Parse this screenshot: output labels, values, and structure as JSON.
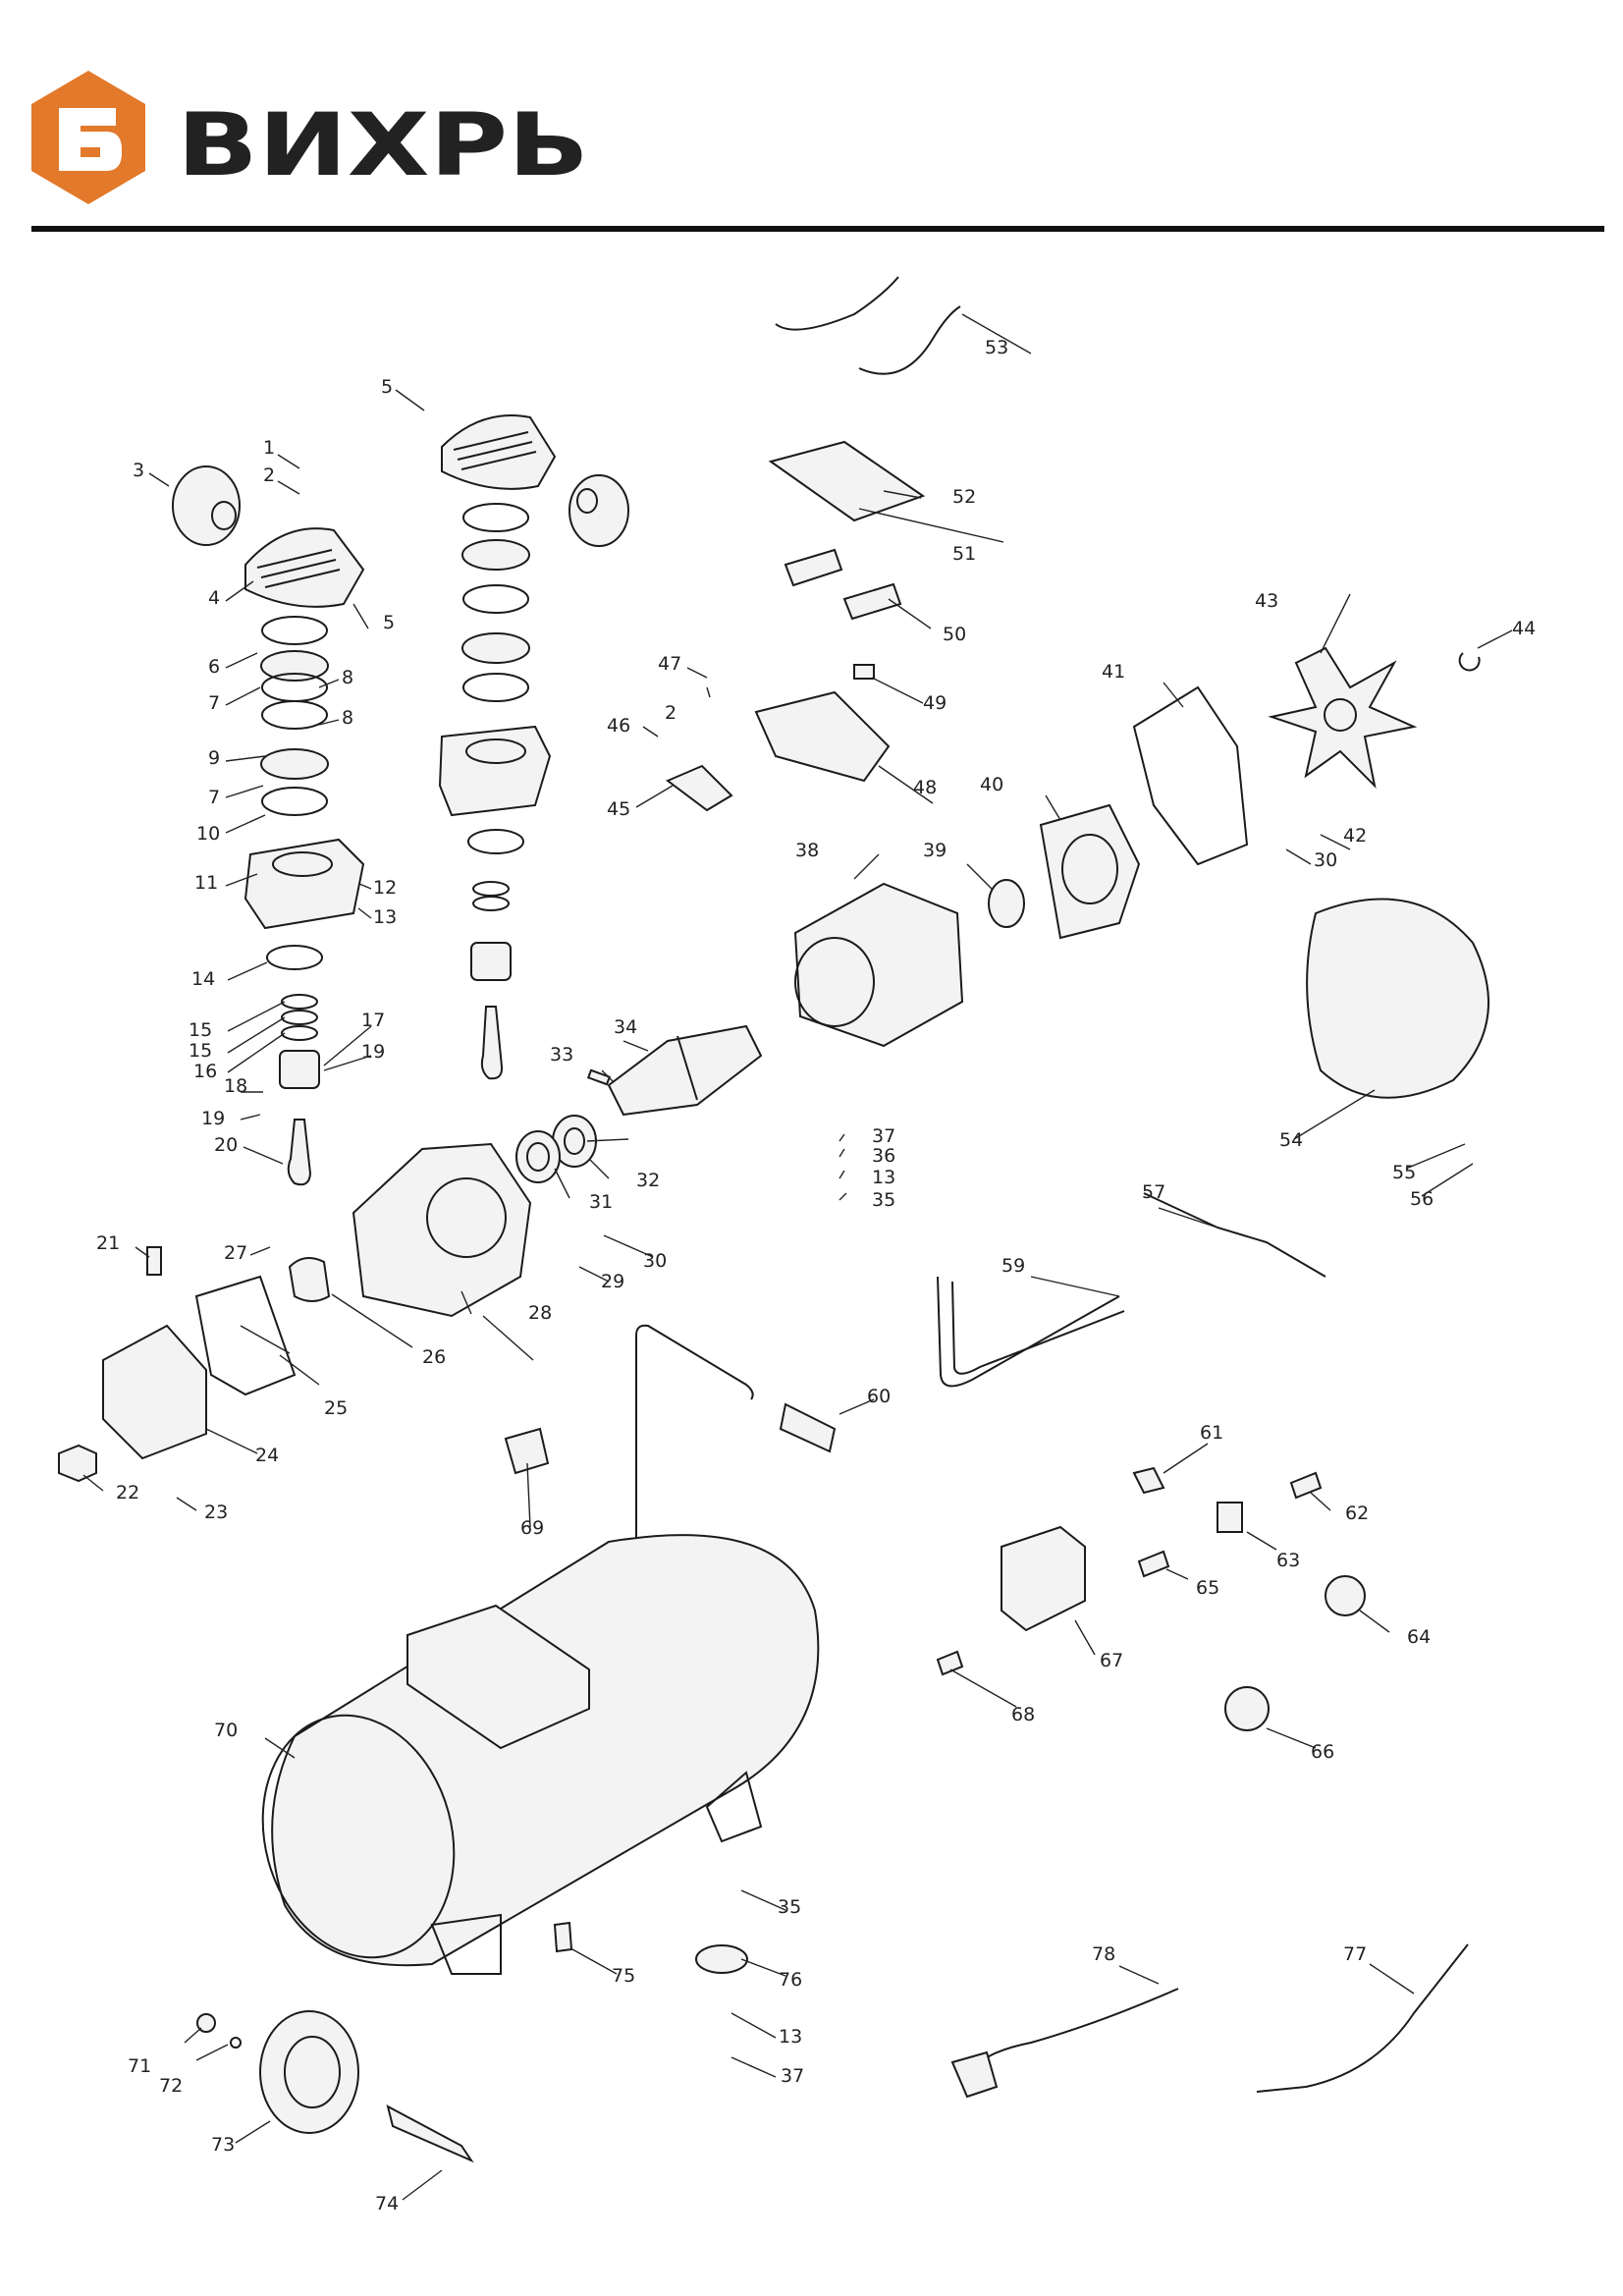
{
  "brand": {
    "name": "ВИХРЬ",
    "logo_color": "#e2792b"
  },
  "labels": [
    {
      "id": "l1",
      "text": "1"
    },
    {
      "id": "l2a",
      "text": "2"
    },
    {
      "id": "l3",
      "text": "3"
    },
    {
      "id": "l4",
      "text": "4"
    },
    {
      "id": "l5a",
      "text": "5"
    },
    {
      "id": "l5b",
      "text": "5"
    },
    {
      "id": "l6",
      "text": "6"
    },
    {
      "id": "l7a",
      "text": "7"
    },
    {
      "id": "l7b",
      "text": "7"
    },
    {
      "id": "l8a",
      "text": "8"
    },
    {
      "id": "l8b",
      "text": "8"
    },
    {
      "id": "l9",
      "text": "9"
    },
    {
      "id": "l10",
      "text": "10"
    },
    {
      "id": "l11",
      "text": "11"
    },
    {
      "id": "l12",
      "text": "12"
    },
    {
      "id": "l13a",
      "text": "13"
    },
    {
      "id": "l14",
      "text": "14"
    },
    {
      "id": "l15a",
      "text": "15"
    },
    {
      "id": "l15b",
      "text": "15"
    },
    {
      "id": "l16",
      "text": "16"
    },
    {
      "id": "l17",
      "text": "17"
    },
    {
      "id": "l18",
      "text": "18"
    },
    {
      "id": "l19a",
      "text": "19"
    },
    {
      "id": "l19b",
      "text": "19"
    },
    {
      "id": "l20",
      "text": "20"
    },
    {
      "id": "l21",
      "text": "21"
    },
    {
      "id": "l22",
      "text": "22"
    },
    {
      "id": "l23",
      "text": "23"
    },
    {
      "id": "l24",
      "text": "24"
    },
    {
      "id": "l25",
      "text": "25"
    },
    {
      "id": "l26",
      "text": "26"
    },
    {
      "id": "l27",
      "text": "27"
    },
    {
      "id": "l28",
      "text": "28"
    },
    {
      "id": "l29",
      "text": "29"
    },
    {
      "id": "l30a",
      "text": "30"
    },
    {
      "id": "l30b",
      "text": "30"
    },
    {
      "id": "l31",
      "text": "31"
    },
    {
      "id": "l32",
      "text": "32"
    },
    {
      "id": "l33",
      "text": "33"
    },
    {
      "id": "l34",
      "text": "34"
    },
    {
      "id": "l35a",
      "text": "35"
    },
    {
      "id": "l35b",
      "text": "35"
    },
    {
      "id": "l36",
      "text": "36"
    },
    {
      "id": "l37a",
      "text": "37"
    },
    {
      "id": "l37b",
      "text": "37"
    },
    {
      "id": "l13b",
      "text": "13"
    },
    {
      "id": "l13c",
      "text": "13"
    },
    {
      "id": "l38",
      "text": "38"
    },
    {
      "id": "l39",
      "text": "39"
    },
    {
      "id": "l40",
      "text": "40"
    },
    {
      "id": "l41",
      "text": "41"
    },
    {
      "id": "l42",
      "text": "42"
    },
    {
      "id": "l43",
      "text": "43"
    },
    {
      "id": "l44",
      "text": "44"
    },
    {
      "id": "l45",
      "text": "45"
    },
    {
      "id": "l46",
      "text": "46"
    },
    {
      "id": "l47",
      "text": "47"
    },
    {
      "id": "l2b",
      "text": "2"
    },
    {
      "id": "l48",
      "text": "48"
    },
    {
      "id": "l49",
      "text": "49"
    },
    {
      "id": "l50",
      "text": "50"
    },
    {
      "id": "l51",
      "text": "51"
    },
    {
      "id": "l52",
      "text": "52"
    },
    {
      "id": "l53",
      "text": "53"
    },
    {
      "id": "l54",
      "text": "54"
    },
    {
      "id": "l55",
      "text": "55"
    },
    {
      "id": "l56",
      "text": "56"
    },
    {
      "id": "l57",
      "text": "57"
    },
    {
      "id": "l59",
      "text": "59"
    },
    {
      "id": "l60",
      "text": "60"
    },
    {
      "id": "l61",
      "text": "61"
    },
    {
      "id": "l62",
      "text": "62"
    },
    {
      "id": "l63",
      "text": "63"
    },
    {
      "id": "l64",
      "text": "64"
    },
    {
      "id": "l65",
      "text": "65"
    },
    {
      "id": "l66",
      "text": "66"
    },
    {
      "id": "l67",
      "text": "67"
    },
    {
      "id": "l68",
      "text": "68"
    },
    {
      "id": "l69",
      "text": "69"
    },
    {
      "id": "l70",
      "text": "70"
    },
    {
      "id": "l71",
      "text": "71"
    },
    {
      "id": "l72",
      "text": "72"
    },
    {
      "id": "l73",
      "text": "73"
    },
    {
      "id": "l74",
      "text": "74"
    },
    {
      "id": "l75",
      "text": "75"
    },
    {
      "id": "l76",
      "text": "76"
    },
    {
      "id": "l77",
      "text": "77"
    },
    {
      "id": "l78",
      "text": "78"
    }
  ]
}
